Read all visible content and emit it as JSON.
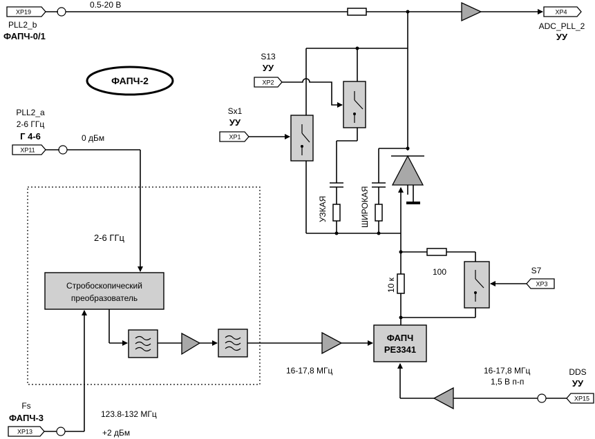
{
  "diagram": {
    "title": "ФАПЧ-2",
    "connectors": {
      "xp19": "XP19",
      "xp4": "XP4",
      "xp2": "XP2",
      "xp1": "XP1",
      "xp11": "XP11",
      "xp3": "XP3",
      "xp15": "XP15",
      "xp13": "XP13"
    },
    "labels": {
      "voltage": "0.5-20 В",
      "pll2b": "PLL2_b",
      "fapch01": "ФАПЧ-0/1",
      "adc_pll2": "ADC_PLL_2",
      "uu_top_right": "УУ",
      "s13": "S13",
      "uu_s13": "УУ",
      "sx1": "Sx1",
      "uu_sx1": "УУ",
      "pll2a": "PLL2_a",
      "freq_2_6_top": "2-6 ГГц",
      "g46": "Г 4-6",
      "zero_dbm": "0 дБм",
      "freq_2_6_mid": "2-6 ГГц",
      "narrow": "УЗКАЯ",
      "wide": "ШИРОКАЯ",
      "r100": "100",
      "r10k": "10 к",
      "s7": "S7",
      "freq_16_left": "16-17,8 МГц",
      "freq_16_right": "16-17,8 МГц",
      "level_15": "1,5 В п-п",
      "dds": "DDS",
      "uu_dds": "УУ",
      "fs": "Fs",
      "fapch3": "ФАПЧ-3",
      "freq_123": "123.8-132 МГц",
      "plus2dbm": "+2 дБм"
    },
    "blocks": {
      "strobe_line1": "Стробоскопический",
      "strobe_line2": "преобразователь",
      "pll_line1": "ФАПЧ",
      "pll_line2": "PE3341"
    }
  }
}
